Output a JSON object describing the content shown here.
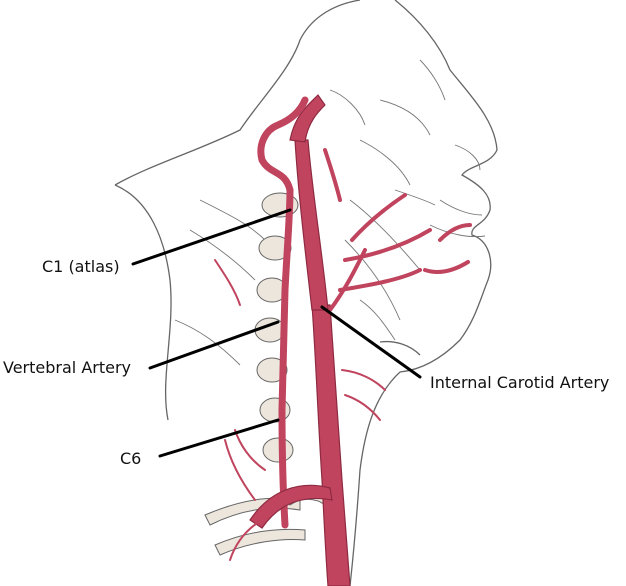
{
  "labels": {
    "c1": "C1 (atlas)",
    "vertebral": "Vertebral Artery",
    "c6": "C6",
    "internal_carotid": "Internal Carotid Artery"
  },
  "colors": {
    "artery": "#c0445e",
    "artery_dark": "#8e2a41",
    "ink": "#555555",
    "bone": "#ece6dc",
    "background": "#ffffff"
  }
}
